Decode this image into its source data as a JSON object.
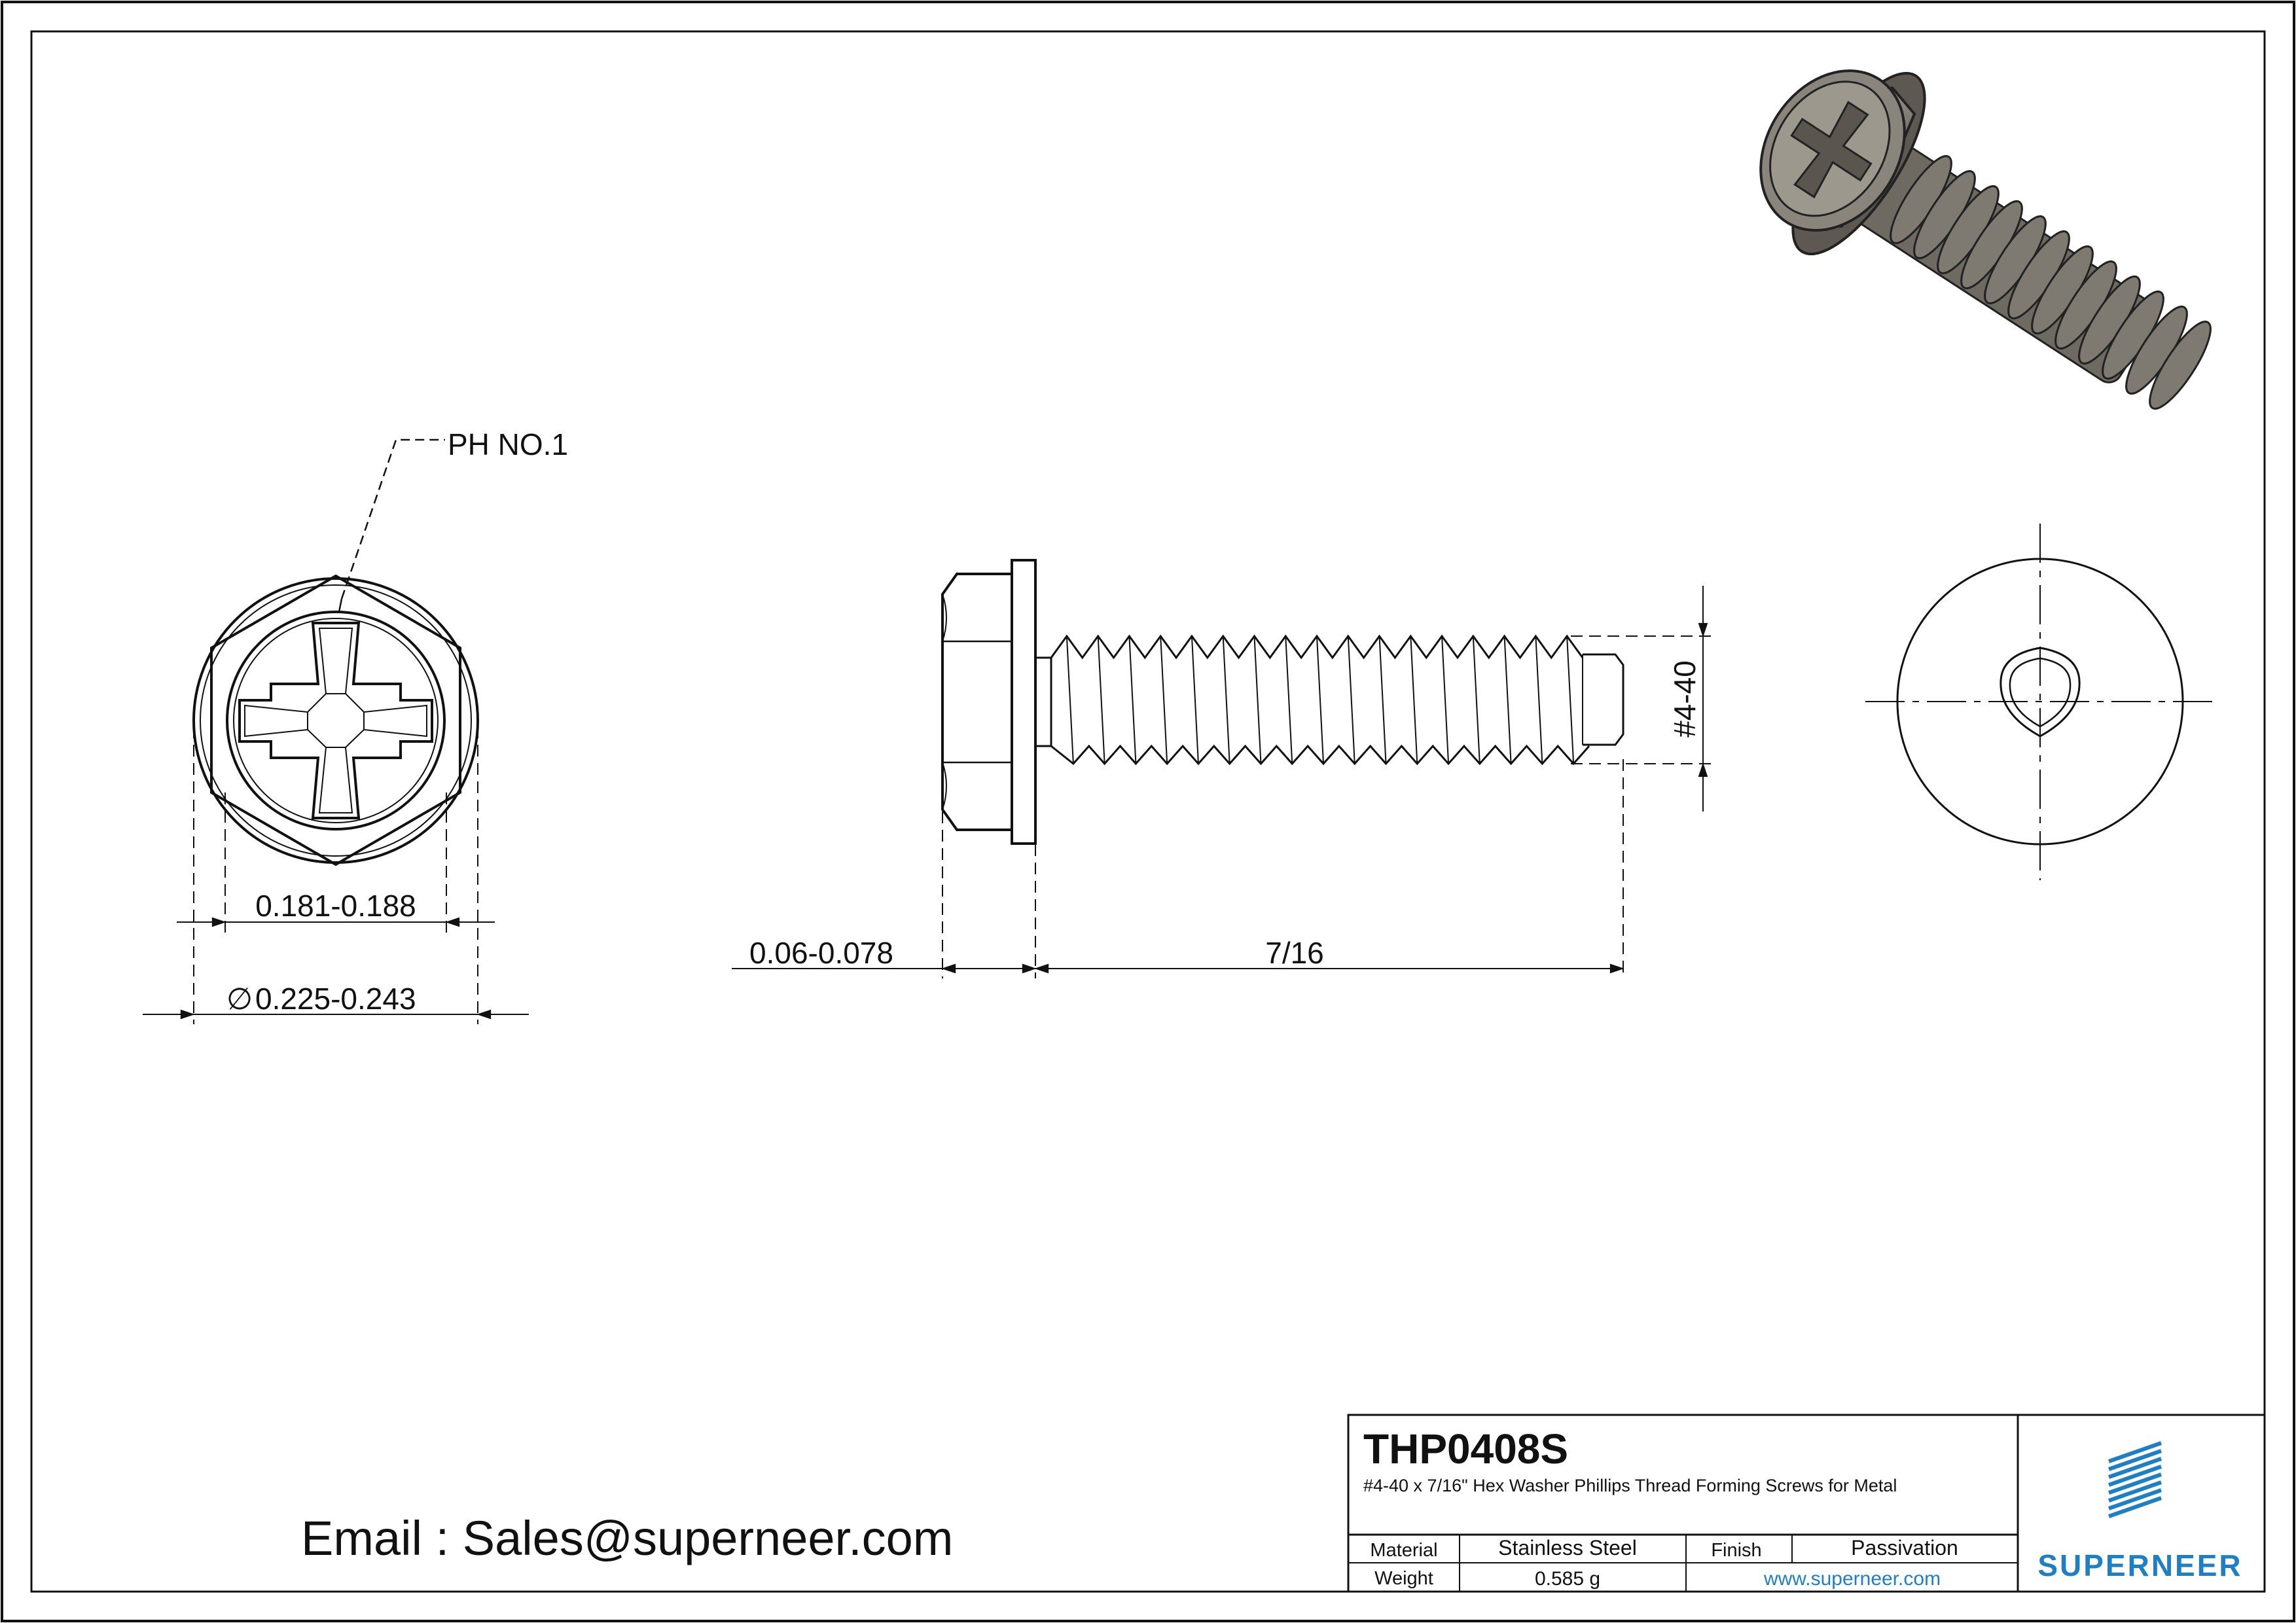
{
  "drawing": {
    "callout_driver": "PH NO.1",
    "dims": {
      "hex_across_flats": "0.181-0.188",
      "washer_diameter": "0.225-0.243",
      "washer_thickness": "0.06-0.078",
      "length": "7/16",
      "thread_size": "#4-40"
    },
    "diameter_symbol": "∅"
  },
  "contact": {
    "email_line": "Email : Sales@superneer.com"
  },
  "title_block": {
    "part_number": "THP0408S",
    "description": "#4-40 x 7/16\" Hex Washer Phillips Thread Forming Screws for Metal",
    "material_label": "Material",
    "material_value": "Stainless Steel",
    "finish_label": "Finish",
    "finish_value": "Passivation",
    "weight_label": "Weight",
    "weight_value": "0.585 g",
    "website": "www.superneer.com",
    "brand": "SUPERNEER"
  },
  "colors": {
    "line": "#111111",
    "brand_blue": "#1e7fc4",
    "render_grey": "#7a756d"
  },
  "icons": [
    "superneer-logo-icon",
    "screw-3d-render"
  ]
}
